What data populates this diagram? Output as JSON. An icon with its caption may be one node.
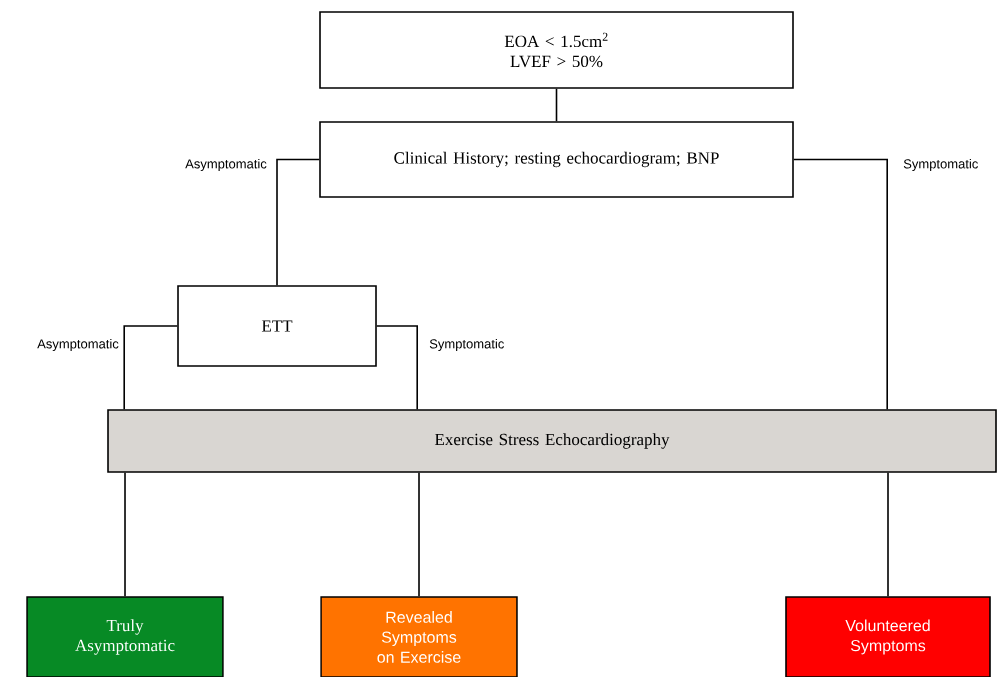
{
  "diagram": {
    "nodes": [
      {
        "text": [
          "EOA < 1.5cm$^{2}$",
          "LVEF > 50%"
        ]
      },
      {
        "text": [
          "Clinical History; resting echocardiogram; BNP"
        ]
      },
      {
        "text": [
          "ETT"
        ]
      },
      {
        "text": [
          "Exercise Stress Echocardiography"
        ]
      },
      {
        "text": [
          "Truly Asymptomatic"
        ]
      },
      {
        "text": [
          "Revealed Symptoms on Exercise"
        ]
      },
      {
        "text": [
          "Volunteered Symptoms"
        ]
      }
    ],
    "edges": [
      {
        "from": 0,
        "to": 1,
        "arrow": "none"
      },
      {
        "from": 1,
        "to": 2,
        "arrow": "none",
        "label": "Asymptomatic"
      },
      {
        "from": 1,
        "to": 3,
        "arrow": "none",
        "label": "Symptomatic"
      },
      {
        "from": 2,
        "to": 3,
        "arrow": "none",
        "label": "Asymptomatic"
      },
      {
        "from": 2,
        "to": 3,
        "arrow": "none",
        "label": "Symptomatic"
      },
      {
        "from": 3,
        "to": 4,
        "arrow": "none"
      },
      {
        "from": 3,
        "to": 5,
        "arrow": "none"
      },
      {
        "from": 3,
        "to": 6,
        "arrow": "none"
      }
    ]
  }
}
